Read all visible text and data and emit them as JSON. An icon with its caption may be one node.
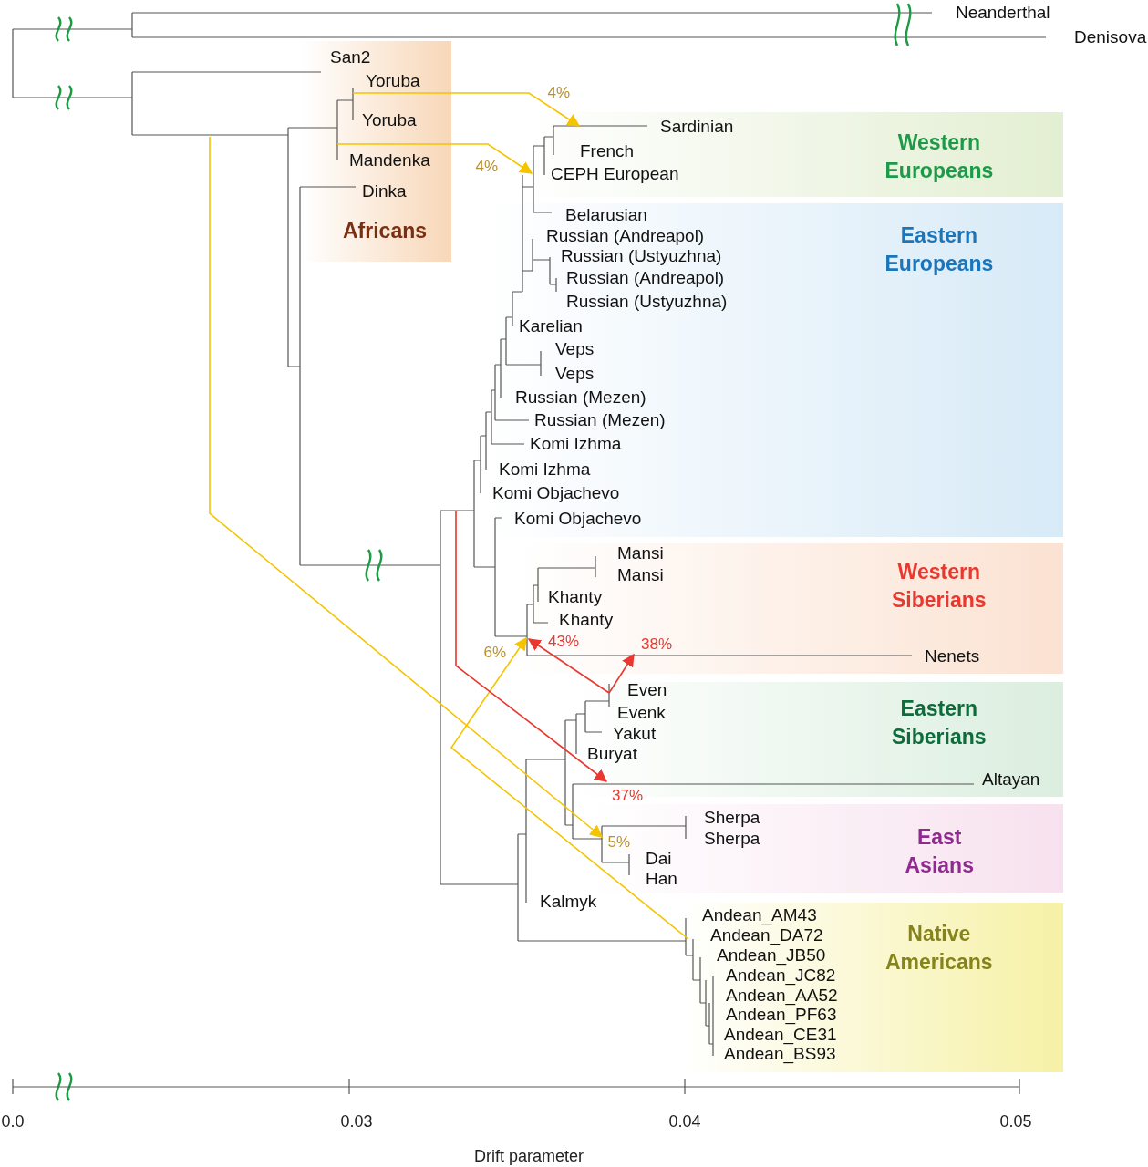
{
  "diagram": {
    "nodes": [
      {
        "text": [
          "Neanderthal"
        ]
      },
      {
        "text": [
          "Denisova"
        ]
      },
      {
        "text": [
          "Africans"
        ]
      },
      {
        "text": [
          "San2"
        ],
        "in": 2
      },
      {
        "text": [
          "Yoruba"
        ],
        "in": 2
      },
      {
        "text": [
          "Yoruba"
        ],
        "in": 2
      },
      {
        "text": [
          "Mandenka"
        ],
        "in": 2
      },
      {
        "text": [
          "Dinka"
        ],
        "in": 2
      },
      {
        "text": [
          "Western Europeans"
        ]
      },
      {
        "text": [
          "Sardinian"
        ],
        "in": 8
      },
      {
        "text": [
          "French"
        ],
        "in": 8
      },
      {
        "text": [
          "CEPH European"
        ],
        "in": 8
      },
      {
        "text": [
          "Eastern Europeans"
        ]
      },
      {
        "text": [
          "Belarusian"
        ],
        "in": 12
      },
      {
        "text": [
          "Russian (Andreapol)"
        ],
        "in": 12
      },
      {
        "text": [
          "Russian (Ustyuzhna)"
        ],
        "in": 12
      },
      {
        "text": [
          "Russian (Andreapol)"
        ],
        "in": 12
      },
      {
        "text": [
          "Russian (Ustyuzhna)"
        ],
        "in": 12
      },
      {
        "text": [
          "Karelian"
        ],
        "in": 12
      },
      {
        "text": [
          "Veps"
        ],
        "in": 12
      },
      {
        "text": [
          "Veps"
        ],
        "in": 12
      },
      {
        "text": [
          "Russian (Mezen)"
        ],
        "in": 12
      },
      {
        "text": [
          "Russian (Mezen)"
        ],
        "in": 12
      },
      {
        "text": [
          "Komi Izhma"
        ],
        "in": 12
      },
      {
        "text": [
          "Komi Izhma"
        ],
        "in": 12
      },
      {
        "text": [
          "Komi Objachevo"
        ],
        "in": 12
      },
      {
        "text": [
          "Komi Objachevo"
        ],
        "in": 12
      },
      {
        "text": [
          "Western Siberians"
        ]
      },
      {
        "text": [
          "Mansi"
        ],
        "in": 27
      },
      {
        "text": [
          "Mansi"
        ],
        "in": 27
      },
      {
        "text": [
          "Khanty"
        ],
        "in": 27
      },
      {
        "text": [
          "Khanty"
        ],
        "in": 27
      },
      {
        "text": [
          "Nenets"
        ],
        "in": 27
      },
      {
        "text": [
          "Eastern Siberians"
        ]
      },
      {
        "text": [
          "Even"
        ],
        "in": 33
      },
      {
        "text": [
          "Evenk"
        ],
        "in": 33
      },
      {
        "text": [
          "Yakut"
        ],
        "in": 33
      },
      {
        "text": [
          "Buryat"
        ],
        "in": 33
      },
      {
        "text": [
          "Altayan"
        ],
        "in": 33
      },
      {
        "text": [
          "East Asians"
        ]
      },
      {
        "text": [
          "Sherpa"
        ],
        "in": 39
      },
      {
        "text": [
          "Sherpa"
        ],
        "in": 39
      },
      {
        "text": [
          "Dai"
        ],
        "in": 39
      },
      {
        "text": [
          "Han"
        ],
        "in": 39
      },
      {
        "text": [
          "Kalmyk"
        ]
      },
      {
        "text": [
          "Native Americans"
        ]
      },
      {
        "text": [
          "Andean_AM43"
        ],
        "in": 45
      },
      {
        "text": [
          "Andean_DA72"
        ],
        "in": 45
      },
      {
        "text": [
          "Andean_JB50"
        ],
        "in": 45
      },
      {
        "text": [
          "Andean_JC82"
        ],
        "in": 45
      },
      {
        "text": [
          "Andean_AA52"
        ],
        "in": 45
      },
      {
        "text": [
          "Andean_PF63"
        ],
        "in": 45
      },
      {
        "text": [
          "Andean_CE31"
        ],
        "in": 45
      },
      {
        "text": [
          "Andean_BS93"
        ],
        "in": 45
      }
    ],
    "edges": [
      {
        "from": 4,
        "to": 8,
        "arrow": "to",
        "label": "4%"
      },
      {
        "from": 6,
        "to": 8,
        "arrow": "to",
        "label": "4%"
      },
      {
        "from": null,
        "to": 39,
        "arrow": "to",
        "label": "5%"
      },
      {
        "from": 45,
        "to": 27,
        "arrow": "to",
        "label": "6%"
      },
      {
        "from": null,
        "to": 33,
        "arrow": "to",
        "label": "37%",
        "color": "#e8382f"
      },
      {
        "from": 33,
        "to": 27,
        "arrow": "to",
        "label": "43%",
        "color": "#e8382f"
      },
      {
        "from": 33,
        "to": 27,
        "arrow": "to",
        "label": "38%",
        "color": "#e8382f"
      }
    ],
    "labels": [
      "0.0",
      "0.03",
      "0.04",
      "0.05",
      "Drift parameter"
    ]
  }
}
